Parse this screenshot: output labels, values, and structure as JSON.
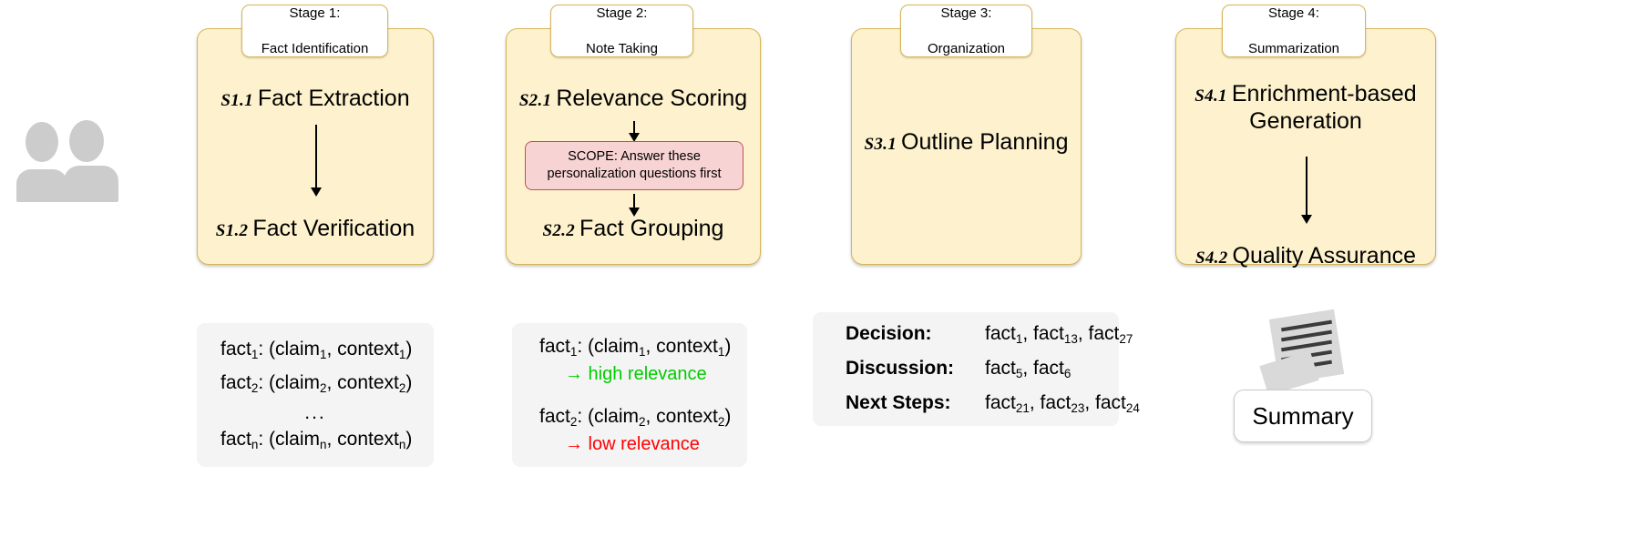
{
  "figure": {
    "actor_icon": "people-icon",
    "accent_card_fill": "#fdf2cd",
    "accent_card_border": "#d6b656",
    "panel_fill": "#f4f4f4",
    "scope_fill": "#f8d3d3",
    "scope_border": "#b85450",
    "high_relevance_color": "#00cc00",
    "low_relevance_color": "#ff0000"
  },
  "stages": [
    {
      "tab_line1": "Stage 1:",
      "tab_line2": "Fact Identification",
      "steps": [
        {
          "id": "S1.1",
          "label": "Fact Extraction"
        },
        {
          "id": "S1.2",
          "label": "Fact Verification"
        }
      ]
    },
    {
      "tab_line1": "Stage 2:",
      "tab_line2": "Note Taking",
      "steps": [
        {
          "id": "S2.1",
          "label": "Relevance Scoring"
        },
        {
          "id": "S2.2",
          "label": "Fact Grouping"
        }
      ],
      "scope_line1": "SCOPE: Answer these",
      "scope_line2": "personalization questions first"
    },
    {
      "tab_line1": "Stage 3:",
      "tab_line2": "Organization",
      "steps": [
        {
          "id": "S3.1",
          "label": "Outline Planning"
        }
      ]
    },
    {
      "tab_line1": "Stage 4:",
      "tab_line2": "Summarization",
      "steps": [
        {
          "id": "S4.1",
          "label": "Enrichment-based Generation"
        },
        {
          "id": "S4.2",
          "label": "Quality Assurance"
        }
      ]
    }
  ],
  "panel1": {
    "rows": [
      {
        "name": "fact",
        "sub": "1",
        "body": ": (claim",
        "sub2": "1",
        "mid": ", context",
        "sub3": "1",
        "tail": ")"
      },
      {
        "name": "fact",
        "sub": "2",
        "body": ": (claim",
        "sub2": "2",
        "mid": ", context",
        "sub3": "2",
        "tail": ")"
      },
      {
        "name": "fact",
        "sub": "n",
        "body": ": (claim",
        "sub2": "n",
        "mid": ", context",
        "sub3": "n",
        "tail": ")"
      }
    ],
    "ellipsis": "..."
  },
  "panel2": {
    "entries": [
      {
        "name": "fact",
        "sub": "1",
        "body": ": (claim",
        "sub2": "1",
        "mid": ", context",
        "sub3": "1",
        "tail": ")",
        "annotation": "→ high relevance",
        "annotation_kind": "high"
      },
      {
        "name": "fact",
        "sub": "2",
        "body": ": (claim",
        "sub2": "2",
        "mid": ", context",
        "sub3": "2",
        "tail": ")",
        "annotation": "→ low relevance",
        "annotation_kind": "low"
      }
    ]
  },
  "panel3": {
    "rows": [
      {
        "label": "Decision:",
        "facts": [
          {
            "name": "fact",
            "sub": "1"
          },
          {
            "name": "fact",
            "sub": "13"
          },
          {
            "name": "fact",
            "sub": "27"
          }
        ]
      },
      {
        "label": "Discussion:",
        "facts": [
          {
            "name": "fact",
            "sub": "5"
          },
          {
            "name": "fact",
            "sub": "6"
          }
        ]
      },
      {
        "label": "Next Steps:",
        "facts": [
          {
            "name": "fact",
            "sub": "21"
          },
          {
            "name": "fact",
            "sub": "23"
          },
          {
            "name": "fact",
            "sub": "24"
          }
        ]
      }
    ]
  },
  "summary": {
    "icon": "document-icon",
    "label": "Summary"
  }
}
